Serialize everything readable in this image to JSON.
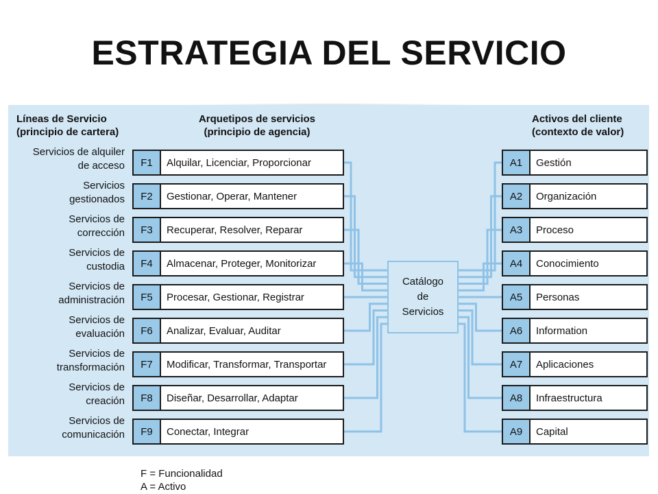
{
  "title": "ESTRATEGIA DEL SERVICIO",
  "headers": {
    "lines_1": "Líneas de Servicio",
    "lines_2": "(principio de cartera)",
    "arch_1": "Arquetipos de servicios",
    "arch_2": "(principio de agencia)",
    "assets_1": "Activos del cliente",
    "assets_2": "(contexto de valor)"
  },
  "service_lines": [
    {
      "l1": "Servicios de alquiler",
      "l2": "de acceso"
    },
    {
      "l1": "Servicios",
      "l2": "gestionados"
    },
    {
      "l1": "Servicios de",
      "l2": "corrección"
    },
    {
      "l1": "Servicios de",
      "l2": "custodia"
    },
    {
      "l1": "Servicios de",
      "l2": "administración"
    },
    {
      "l1": "Servicios de",
      "l2": "evaluación"
    },
    {
      "l1": "Servicios de",
      "l2": "transformación"
    },
    {
      "l1": "Servicios de",
      "l2": "creación"
    },
    {
      "l1": "Servicios de",
      "l2": "comunicación"
    }
  ],
  "functions": [
    {
      "code": "F1",
      "label": "Alquilar, Licenciar, Proporcionar"
    },
    {
      "code": "F2",
      "label": "Gestionar, Operar, Mantener"
    },
    {
      "code": "F3",
      "label": "Recuperar, Resolver, Reparar"
    },
    {
      "code": "F4",
      "label": "Almacenar, Proteger, Monitorizar"
    },
    {
      "code": "F5",
      "label": "Procesar, Gestionar, Registrar"
    },
    {
      "code": "F6",
      "label": "Analizar, Evaluar, Auditar"
    },
    {
      "code": "F7",
      "label": "Modificar, Transformar, Transportar"
    },
    {
      "code": "F8",
      "label": "Diseñar, Desarrollar, Adaptar"
    },
    {
      "code": "F9",
      "label": "Conectar, Integrar"
    }
  ],
  "assets": [
    {
      "code": "A1",
      "label": "Gestión"
    },
    {
      "code": "A2",
      "label": "Organización"
    },
    {
      "code": "A3",
      "label": "Proceso"
    },
    {
      "code": "A4",
      "label": "Conocimiento"
    },
    {
      "code": "A5",
      "label": "Personas"
    },
    {
      "code": "A6",
      "label": "Information"
    },
    {
      "code": "A7",
      "label": "Aplicaciones"
    },
    {
      "code": "A8",
      "label": "Infraestructura"
    },
    {
      "code": "A9",
      "label": "Capital"
    }
  ],
  "catalog": {
    "l1": "Catálogo",
    "l2": "de",
    "l3": "Servicios"
  },
  "legend": {
    "f": "F = Funcionalidad",
    "a": "A = Activo"
  },
  "colors": {
    "panel": "#d3e7f5",
    "code_cell": "#9bcae9",
    "wire": "#8fc2e6"
  }
}
